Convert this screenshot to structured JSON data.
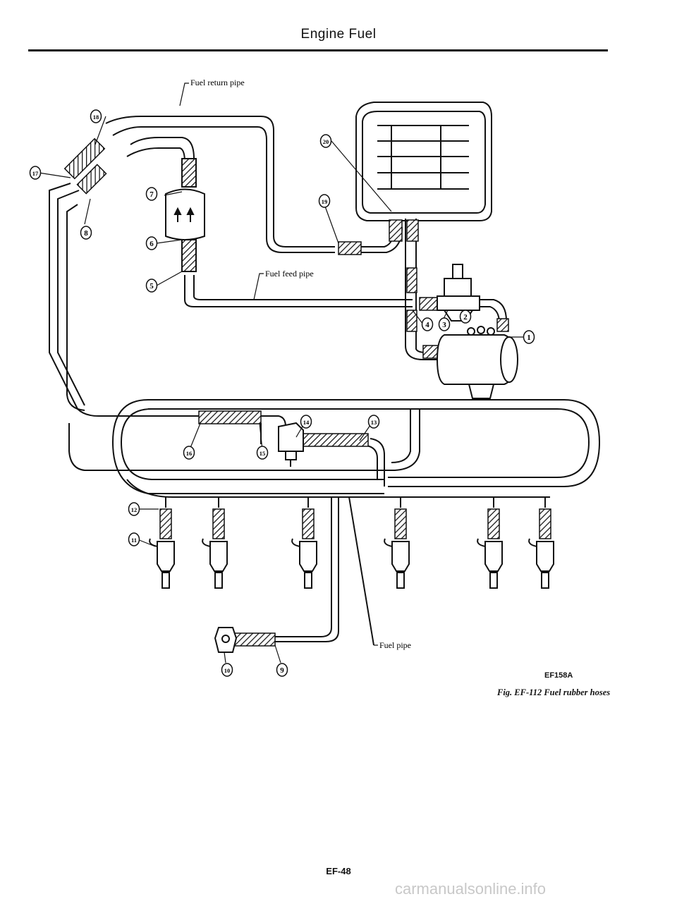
{
  "page": {
    "header": "Engine Fuel",
    "figure_code": "EF158A",
    "caption": "Fig. EF-112 Fuel rubber hoses",
    "page_number": "EF-48",
    "watermark": "carmanualsonline.info"
  },
  "diagram": {
    "labels": {
      "fuel_return_pipe": "Fuel return pipe",
      "fuel_feed_pipe": "Fuel feed pipe",
      "fuel_pipe": "Fuel pipe"
    },
    "callouts": [
      "1",
      "2",
      "3",
      "4",
      "5",
      "6",
      "7",
      "8",
      "9",
      "10",
      "11",
      "12",
      "13",
      "14",
      "15",
      "16",
      "17",
      "18",
      "19",
      "20"
    ]
  }
}
